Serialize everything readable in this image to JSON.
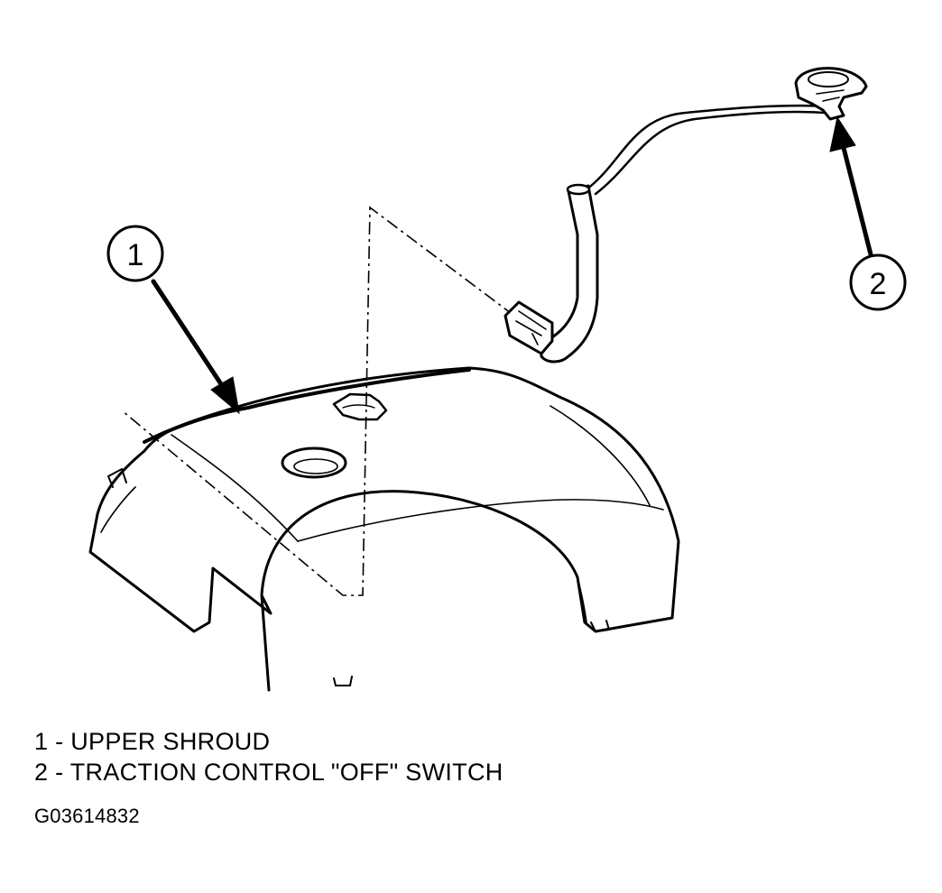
{
  "callouts": [
    {
      "number": "1"
    },
    {
      "number": "2"
    }
  ],
  "legend": [
    {
      "text": "1 - UPPER SHROUD"
    },
    {
      "text": "2 - TRACTION CONTROL \"OFF\" SWITCH"
    }
  ],
  "figure_id": "G03614832"
}
